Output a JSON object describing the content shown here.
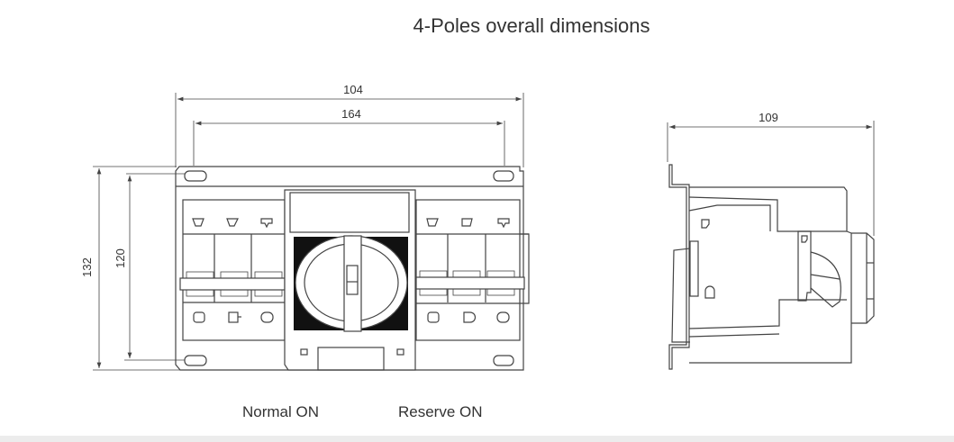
{
  "title": "4-Poles overall dimensions",
  "front_view": {
    "dim_overall_width": "104",
    "dim_mount_width": "164",
    "dim_overall_height": "132",
    "dim_mount_height": "120"
  },
  "side_view": {
    "dim_depth": "109"
  },
  "captions": {
    "normal": "Normal ON",
    "reserve": "Reserve ON"
  }
}
